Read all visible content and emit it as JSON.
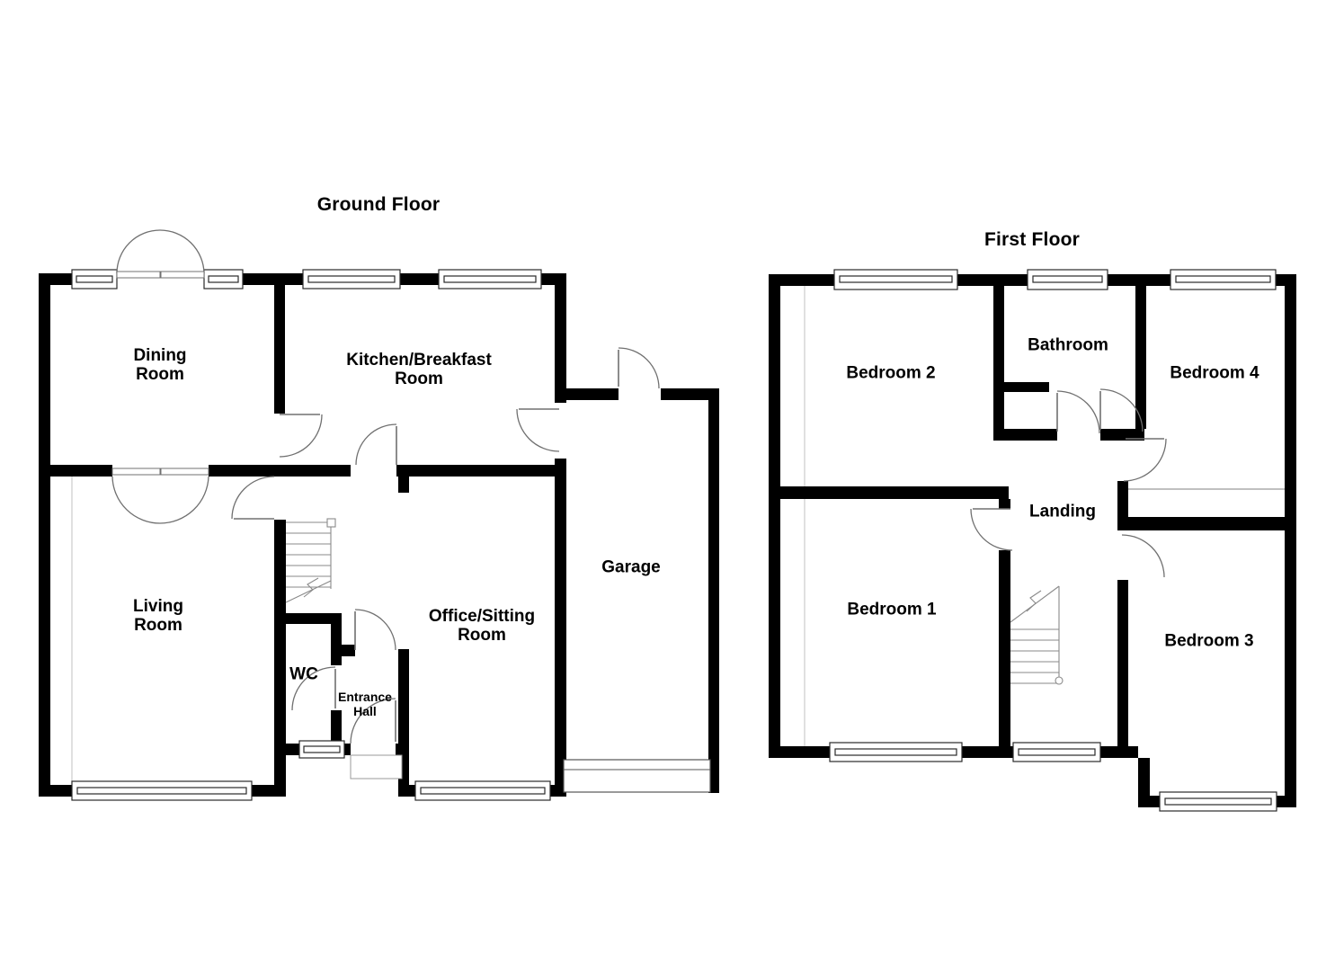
{
  "document": {
    "type": "floor-plan",
    "background_color": "#ffffff",
    "wall_color": "#000000",
    "door_line_color": "#707070",
    "thin_line_color": "#b5b5b5"
  },
  "ground_floor": {
    "title": "Ground Floor",
    "rooms": [
      {
        "id": "dining-room",
        "label": "Dining\nRoom"
      },
      {
        "id": "kitchen-breakfast-room",
        "label": "Kitchen/Breakfast\nRoom"
      },
      {
        "id": "living-room",
        "label": "Living\nRoom"
      },
      {
        "id": "wc",
        "label": "WC"
      },
      {
        "id": "entrance-hall",
        "label": "Entrance\nHall"
      },
      {
        "id": "office-sitting-room",
        "label": "Office/Sitting\nRoom"
      },
      {
        "id": "garage",
        "label": "Garage"
      }
    ]
  },
  "first_floor": {
    "title": "First Floor",
    "rooms": [
      {
        "id": "bedroom-2",
        "label": "Bedroom 2"
      },
      {
        "id": "bathroom",
        "label": "Bathroom"
      },
      {
        "id": "bedroom-4",
        "label": "Bedroom 4"
      },
      {
        "id": "bedroom-1",
        "label": "Bedroom 1"
      },
      {
        "id": "landing",
        "label": "Landing"
      },
      {
        "id": "bedroom-3",
        "label": "Bedroom 3"
      }
    ]
  }
}
